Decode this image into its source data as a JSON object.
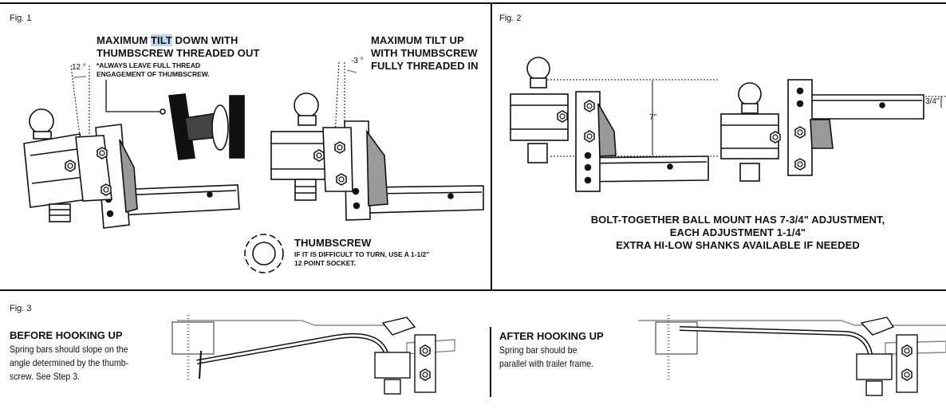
{
  "fig1": {
    "label": "Fig. 1",
    "tilt_down": {
      "line1_pre": "MAXIMUM ",
      "line1_hl": "TILT",
      "line1_post": " DOWN WITH",
      "line2": "THUMBSCREW THREADED OUT",
      "note1": "*ALWAYS LEAVE FULL THREAD",
      "note2": "ENGAGEMENT OF THUMBSCREW."
    },
    "tilt_up": {
      "line1": "MAXIMUM TILT UP",
      "line2": "WITH THUMBSCREW",
      "line3": "FULLY THREADED IN"
    },
    "angle_down": "12 °",
    "angle_up": "-3 °",
    "thumbscrew": {
      "title": "THUMBSCREW",
      "note1": "IF IT IS DIFFICULT TO TURN, USE A 1-1/2\"",
      "note2": "12 POINT SOCKET."
    }
  },
  "fig2": {
    "label": "Fig. 2",
    "dim_rise": "7\"",
    "dim_drop": "3/4\"",
    "caption1": "BOLT-TOGETHER BALL MOUNT HAS 7-3/4\" ADJUSTMENT,",
    "caption2": "EACH ADJUSTMENT 1-1/4\"",
    "caption3": "EXTRA HI-LOW SHANKS AVAILABLE IF NEEDED"
  },
  "fig3": {
    "label": "Fig. 3",
    "before": {
      "title": "BEFORE HOOKING UP",
      "line1": "Spring bars should slope on the",
      "line2": "angle determined by the thumb-",
      "line3": "screw. See Step 3."
    },
    "after": {
      "title": "AFTER HOOKING UP",
      "line1": "Spring bar should be",
      "line2": "parallel with trailer frame."
    }
  }
}
